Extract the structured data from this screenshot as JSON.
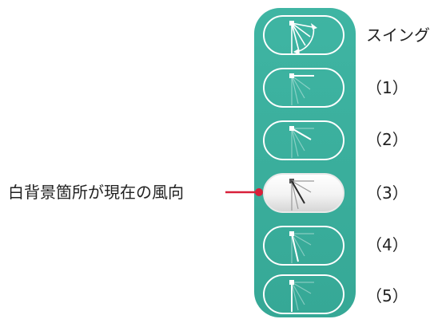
{
  "swing_panel": {
    "modes": [
      {
        "label": "スイング",
        "icon": "swing-icon",
        "selected": false
      },
      {
        "label": "（1）",
        "icon": "airflow-direction-1-icon",
        "selected": false
      },
      {
        "label": "（2）",
        "icon": "airflow-direction-2-icon",
        "selected": false
      },
      {
        "label": "（3）",
        "icon": "airflow-direction-3-icon",
        "selected": true
      },
      {
        "label": "（4）",
        "icon": "airflow-direction-4-icon",
        "selected": false
      },
      {
        "label": "（5）",
        "icon": "airflow-direction-5-icon",
        "selected": false
      }
    ],
    "annotation": "白背景箇所が現在の風向"
  },
  "colors": {
    "panel": "#3aae9c",
    "outline": "#ffffff",
    "pointer": "#d8203a",
    "active_line": "#2b2b2b"
  }
}
